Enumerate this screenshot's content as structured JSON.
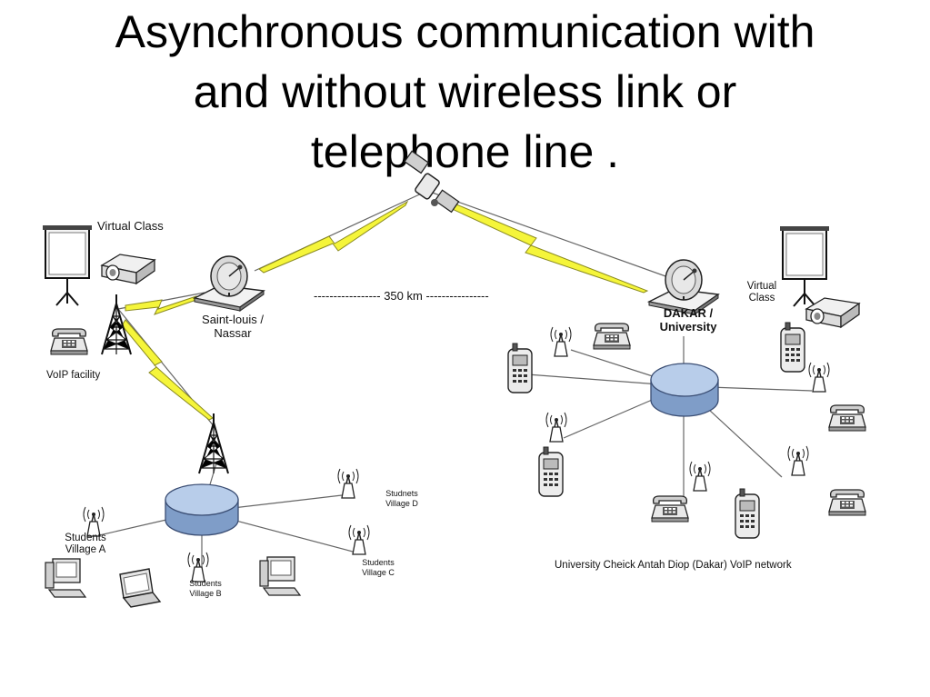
{
  "title": {
    "line1": "Asynchronous communication with",
    "line2": "and without wireless link or",
    "line3": "telephone line  ."
  },
  "labels": {
    "virtual_class_left": "Virtual Class",
    "saint_louis_line1": "Saint-louis /",
    "saint_louis_line2": "Nassar",
    "voip_facility": "VoIP facility",
    "distance": "----------------- 350 km ----------------",
    "dakar_line1": "DAKAR /",
    "dakar_line2": "University",
    "virtual_class_right_line1": "Virtual",
    "virtual_class_right_line2": "Class",
    "village_a_line1": "Students",
    "village_a_line2": "Village A",
    "village_b_line1": "Students",
    "village_b_line2": "Village B",
    "village_c_line1": "Students",
    "village_c_line2": "Village C",
    "village_d_line1": "Studnets",
    "village_d_line2": "Village D",
    "university_network": "University Cheick Antah Diop (Dakar)   VoIP network"
  },
  "colors": {
    "lightning": "#f5f53a",
    "lightning_stroke": "#8a8a20",
    "hub_fill": "#9db8de",
    "hub_stroke": "#3a4d73",
    "link_line": "#666666"
  }
}
